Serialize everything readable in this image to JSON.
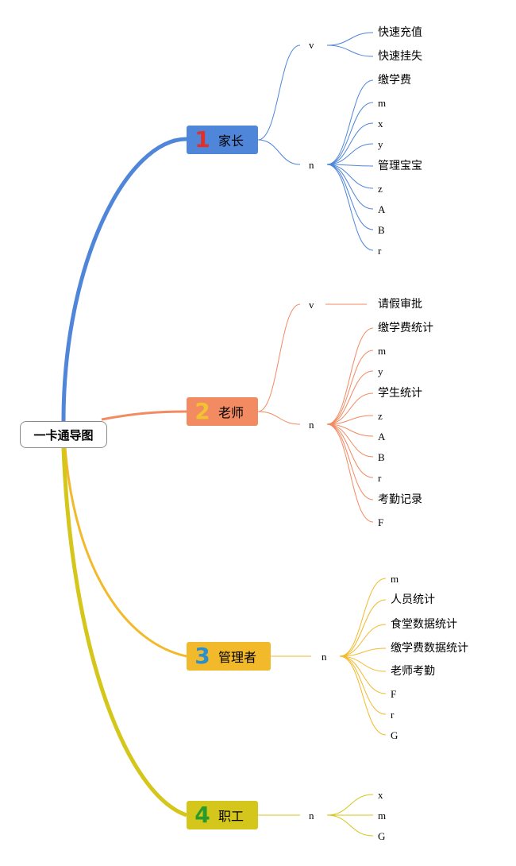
{
  "root": {
    "label": "一卡通导图"
  },
  "branches": [
    {
      "number": "1",
      "label": "家长",
      "color": "#4f86d9",
      "number_color": "#e0302a",
      "subgroups": [
        {
          "label": "v",
          "leaves": [
            "快速充值",
            "快速挂失"
          ]
        },
        {
          "label": "n",
          "leaves": [
            "缴学费",
            "m",
            "x",
            "y",
            "管理宝宝",
            "z",
            "A",
            "B",
            "r"
          ]
        }
      ]
    },
    {
      "number": "2",
      "label": "老师",
      "color": "#f28a62",
      "number_color": "#f2c230",
      "subgroups": [
        {
          "label": "v",
          "leaves": [
            "请假审批"
          ]
        },
        {
          "label": "n",
          "leaves": [
            "缴学费统计",
            "m",
            "y",
            "学生统计",
            "z",
            "A",
            "B",
            "r",
            "考勤记录",
            "F"
          ]
        }
      ]
    },
    {
      "number": "3",
      "label": "管理者",
      "color": "#f2b92a",
      "number_color": "#2b8fd0",
      "subgroups": [
        {
          "label": "n",
          "leaves": [
            "m",
            "人员统计",
            "食堂数据统计",
            "缴学费数据统计",
            "老师考勤",
            "F",
            "r",
            "G"
          ]
        }
      ]
    },
    {
      "number": "4",
      "label": "职工",
      "color": "#d4c61a",
      "number_color": "#2a9a2a",
      "subgroups": [
        {
          "label": "n",
          "leaves": [
            "x",
            "m",
            "G"
          ]
        }
      ]
    }
  ]
}
